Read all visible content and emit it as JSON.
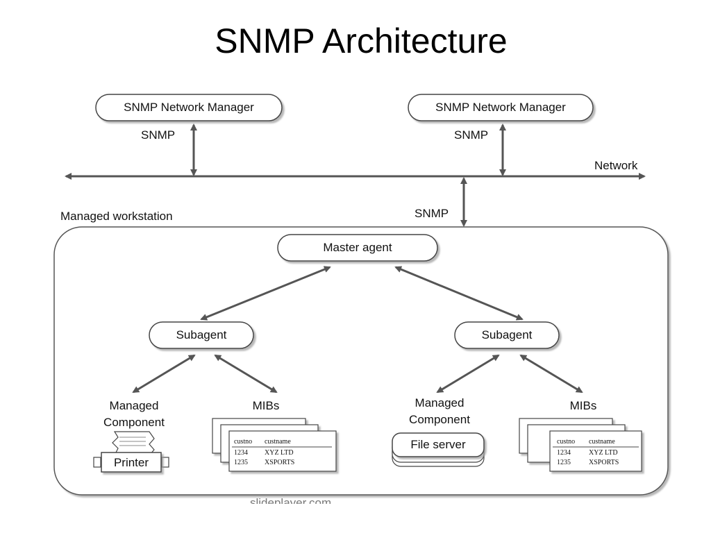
{
  "title": "SNMP Architecture",
  "managers": [
    {
      "label": "SNMP Network Manager",
      "protocol": "SNMP"
    },
    {
      "label": "SNMP Network Manager",
      "protocol": "SNMP"
    }
  ],
  "network_label": "Network",
  "network_protocol": "SNMP",
  "workstation_label": "Managed workstation",
  "master_agent": "Master agent",
  "subagents": [
    {
      "label": "Subagent",
      "component_label_line1": "Managed",
      "component_label_line2": "Component",
      "device": "Printer",
      "mibs_label": "MIBs"
    },
    {
      "label": "Subagent",
      "component_label_line1": "Managed",
      "component_label_line2": "Component",
      "device": "File server",
      "mibs_label": "MIBs"
    }
  ],
  "mib_table": {
    "headers": [
      "custno",
      "custname"
    ],
    "rows": [
      [
        "1234",
        "XYZ LTD"
      ],
      [
        "1235",
        "XSPORTS"
      ]
    ]
  },
  "watermark": "slideplayer.com"
}
